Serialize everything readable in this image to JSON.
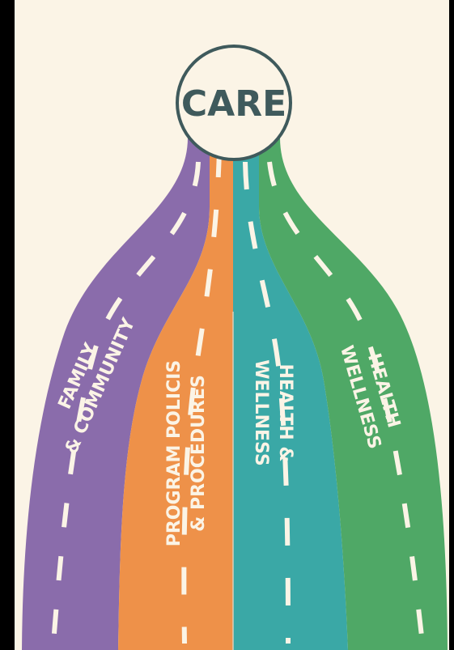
{
  "hub": {
    "label": "CARE"
  },
  "roads": [
    {
      "id": "family",
      "line1": "FAMILY",
      "line2": "& COMMUNITY",
      "color": "#8a6cab"
    },
    {
      "id": "program",
      "line1": "PROGRAM POLICIS",
      "line2": "& PROCEDURES",
      "color": "#ee9149"
    },
    {
      "id": "health-teal",
      "line1": "HEALTH &",
      "line2": "WELLNESS",
      "color": "#3aa8a6"
    },
    {
      "id": "health-green",
      "line1": "HEALTH",
      "line2": "WELLNESS",
      "color": "#4fa866"
    }
  ],
  "colors": {
    "background": "#fbf4e6",
    "frame": "#000000",
    "hub_ring": "#3f5a5c",
    "dash": "#fbf4e6"
  }
}
